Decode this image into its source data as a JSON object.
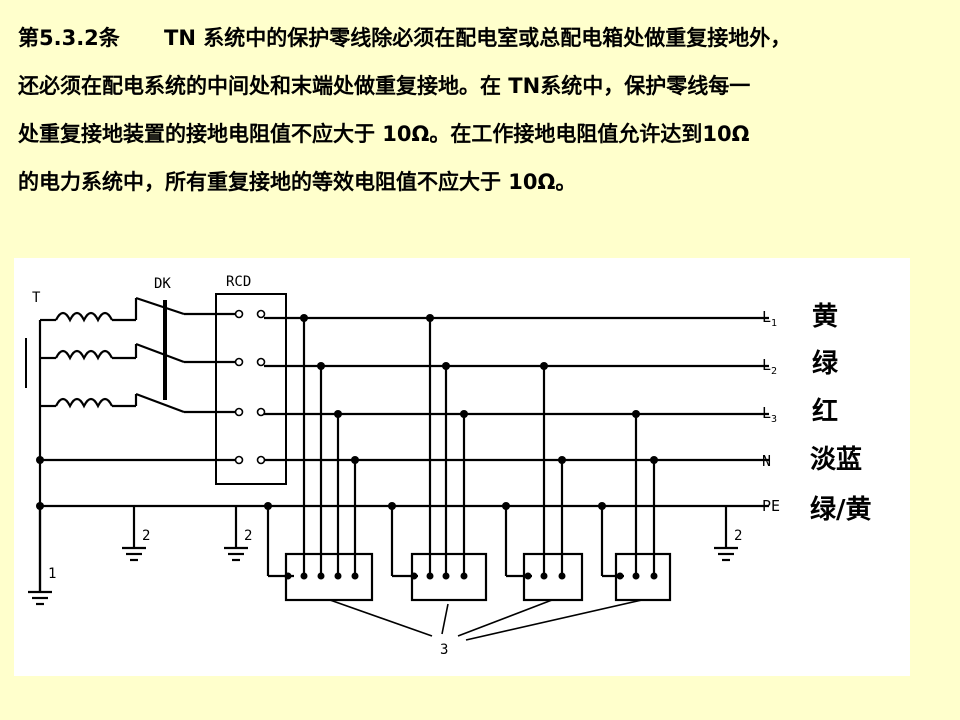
{
  "text": {
    "clause_no": "第5.3.2条",
    "line1": "TN 系统中的保护零线除必须在配电室或总配电箱处做重复接地外，",
    "line2": "还必须在配电系统的中间处和末端处做重复接地。在 TN系统中，保护零线每一",
    "line3": "处重复接地装置的接地电阻值不应大于 10Ω。在工作接地电阻值允许达到10Ω",
    "line4": "的电力系统中，所有重复接地的等效电阻值不应大于 10Ω。"
  },
  "diagram": {
    "label_T": "T",
    "label_DK": "DK",
    "label_RCD": "RCD",
    "lines": [
      {
        "id": "L1",
        "letter": "L",
        "sub": "1",
        "color_cn": "黄"
      },
      {
        "id": "L2",
        "letter": "L",
        "sub": "2",
        "color_cn": "绿"
      },
      {
        "id": "L3",
        "letter": "L",
        "sub": "3",
        "color_cn": "红"
      },
      {
        "id": "N",
        "letter": "N",
        "sub": "",
        "color_cn": "淡蓝"
      },
      {
        "id": "PE",
        "letter": "PE",
        "sub": "",
        "color_cn": "绿/黄"
      }
    ],
    "ground_label_1": "1",
    "ground_label_2": "2",
    "device_label_3": "3"
  }
}
